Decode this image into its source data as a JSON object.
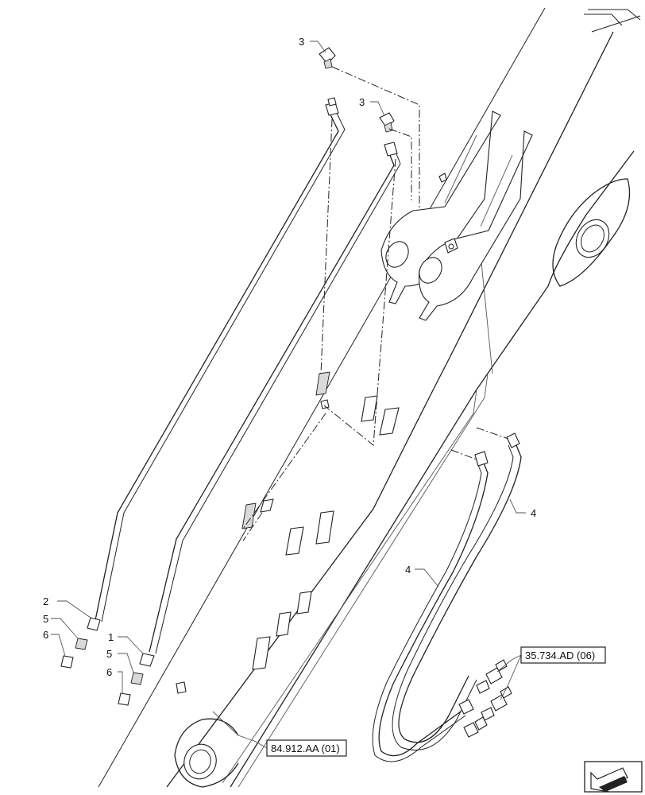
{
  "callouts": {
    "c1": "1",
    "c2": "2",
    "c3a": "3",
    "c3b": "3",
    "c4a": "4",
    "c4b": "4",
    "c5a": "5",
    "c5b": "5",
    "c6a": "6",
    "c6b": "6"
  },
  "references": {
    "ref_hose": "35.734.AD (06)",
    "ref_boom": "84.912.AA (01)"
  },
  "nav_icon": "arrow-previous-page-icon"
}
